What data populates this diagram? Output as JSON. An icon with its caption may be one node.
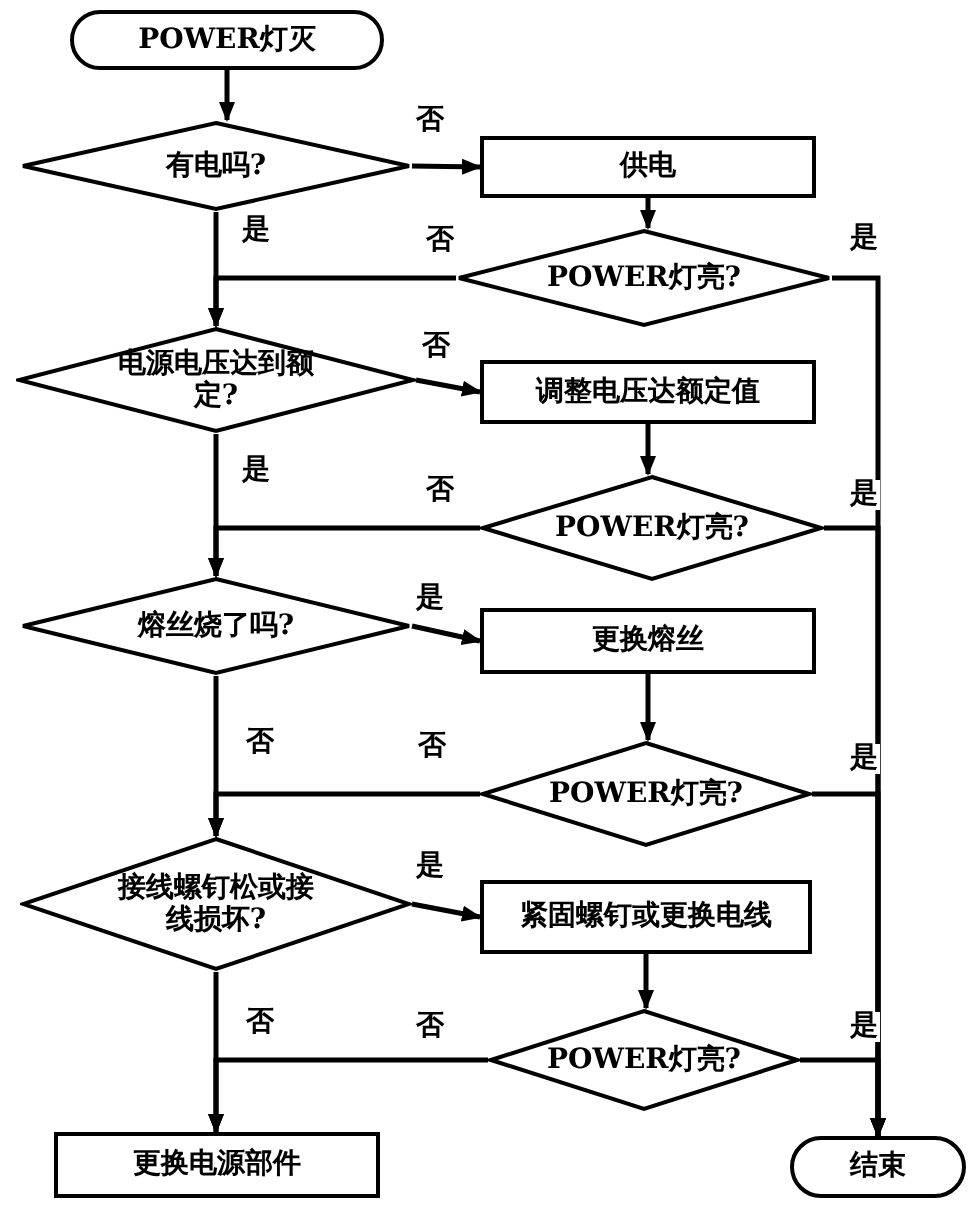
{
  "diagram": {
    "nodes": [
      {
        "text": [
          "POWER灯灭"
        ]
      },
      {
        "text": [
          "有电吗?"
        ]
      },
      {
        "text": [
          "供电"
        ]
      },
      {
        "text": [
          "POWER灯亮?"
        ]
      },
      {
        "text": [
          "电源电压达到额定?"
        ]
      },
      {
        "text": [
          "调整电压达额定值"
        ]
      },
      {
        "text": [
          "POWER灯亮?"
        ]
      },
      {
        "text": [
          "熔丝烧了吗?"
        ]
      },
      {
        "text": [
          "更换熔丝"
        ]
      },
      {
        "text": [
          "POWER灯亮?"
        ]
      },
      {
        "text": [
          "接线螺钉松或接线损坏?"
        ]
      },
      {
        "text": [
          "紧固螺钉或更换电线"
        ]
      },
      {
        "text": [
          "POWER灯亮?"
        ]
      },
      {
        "text": [
          "更换电源部件"
        ]
      },
      {
        "text": [
          "结束"
        ]
      }
    ],
    "edges": [
      {
        "from": 0,
        "to": 1,
        "arrow": "to"
      },
      {
        "from": 1,
        "to": 2,
        "arrow": "to",
        "label": "否"
      },
      {
        "from": 1,
        "to": 4,
        "arrow": "to",
        "label": "是"
      },
      {
        "from": 2,
        "to": 3,
        "arrow": "to"
      },
      {
        "from": 3,
        "to": 4,
        "arrow": "to",
        "label": "否"
      },
      {
        "from": 3,
        "to": 14,
        "arrow": "to",
        "label": "是"
      },
      {
        "from": 4,
        "to": 5,
        "arrow": "to",
        "label": "否"
      },
      {
        "from": 4,
        "to": 7,
        "arrow": "to",
        "label": "是"
      },
      {
        "from": 5,
        "to": 6,
        "arrow": "to"
      },
      {
        "from": 6,
        "to": 7,
        "arrow": "to",
        "label": "否"
      },
      {
        "from": 6,
        "to": 14,
        "arrow": "to",
        "label": "是"
      },
      {
        "from": 7,
        "to": 8,
        "arrow": "to",
        "label": "是"
      },
      {
        "from": 7,
        "to": 10,
        "arrow": "to",
        "label": "否"
      },
      {
        "from": 8,
        "to": 9,
        "arrow": "to"
      },
      {
        "from": 9,
        "to": 10,
        "arrow": "to",
        "label": "否"
      },
      {
        "from": 9,
        "to": 14,
        "arrow": "to",
        "label": "是"
      },
      {
        "from": 10,
        "to": 11,
        "arrow": "to",
        "label": "是"
      },
      {
        "from": 10,
        "to": 13,
        "arrow": "to",
        "label": "否"
      },
      {
        "from": 11,
        "to": 12,
        "arrow": "to"
      },
      {
        "from": 12,
        "to": 13,
        "arrow": "to",
        "label": "否"
      },
      {
        "from": 12,
        "to": 14,
        "arrow": "to",
        "label": "是"
      }
    ]
  }
}
